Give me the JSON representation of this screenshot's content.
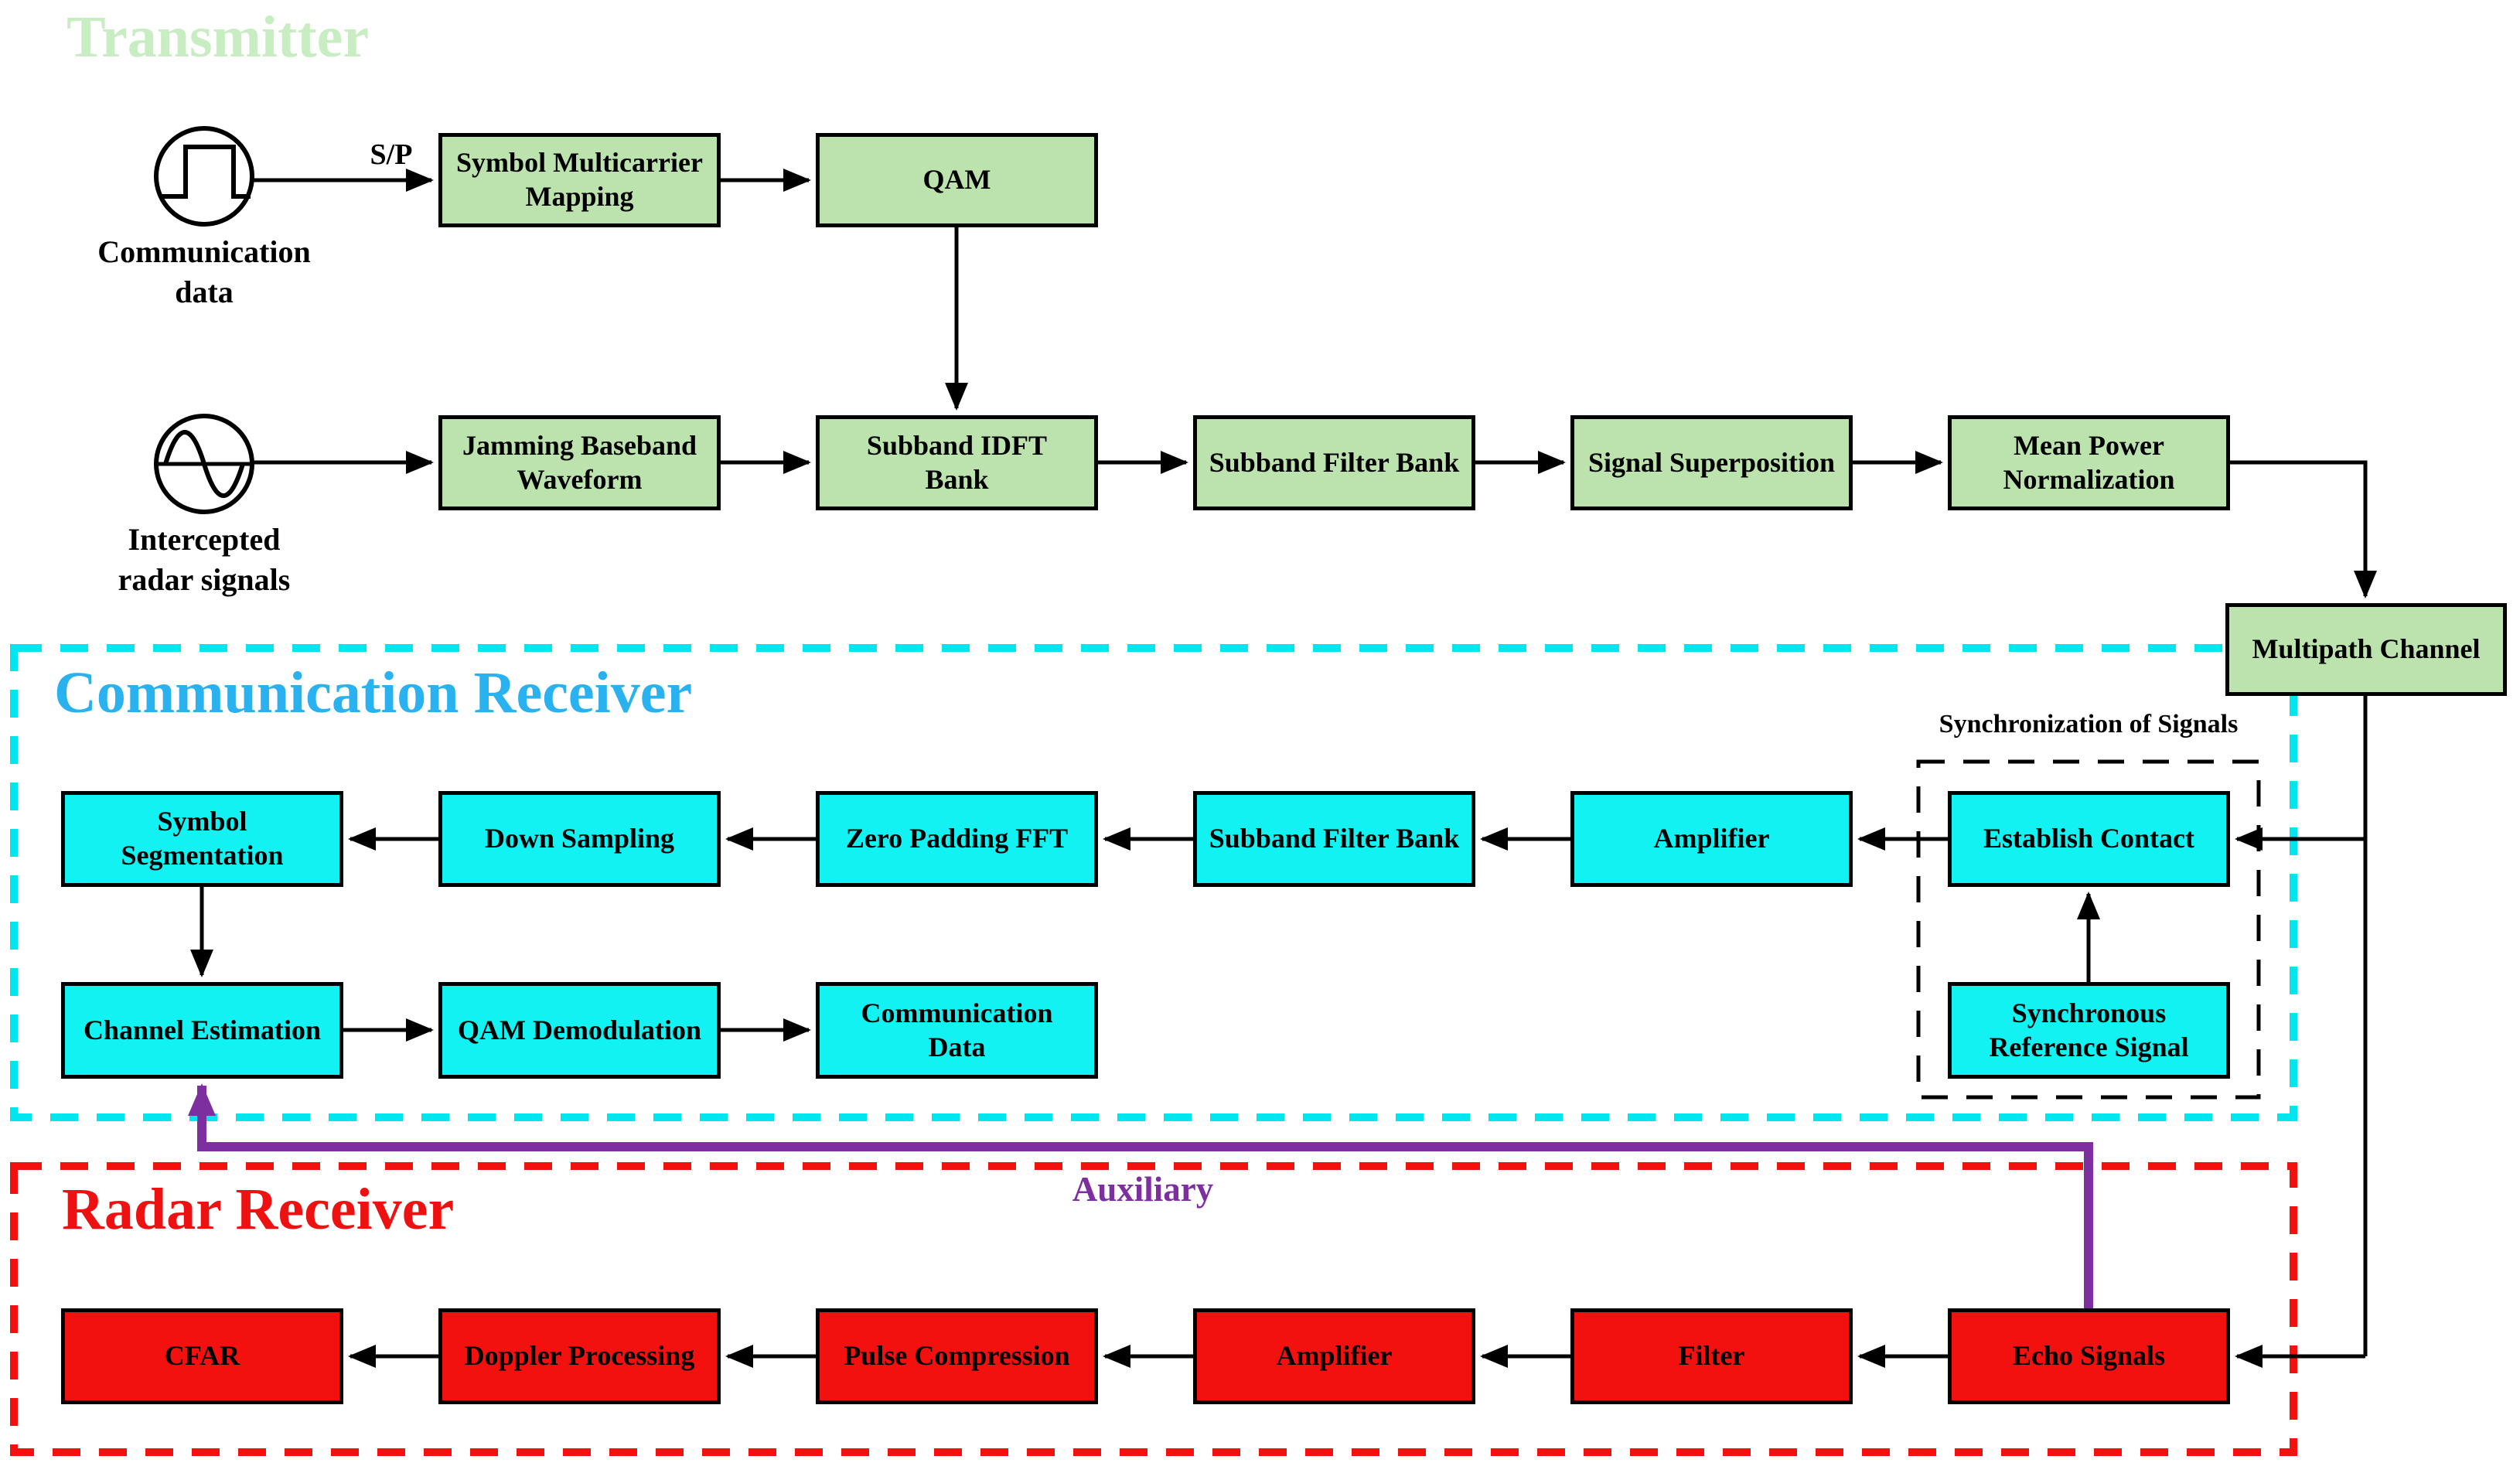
{
  "titles": {
    "transmitter": "Transmitter",
    "communication_receiver": "Communication Receiver",
    "radar_receiver": "Radar Receiver"
  },
  "annotations": {
    "sp": "S/P",
    "auxiliary": "Auxiliary",
    "synchronization_of_signals": "Synchronization of Signals"
  },
  "sources": {
    "communication_data": "Communication\ndata",
    "intercepted_radar_signals": "Intercepted\nradar signals"
  },
  "blocks": {
    "transmitter": {
      "symbol_multicarrier_mapping": "Symbol Multicarrier\nMapping",
      "qam": "QAM",
      "jamming_baseband_waveform": "Jamming Baseband\nWaveform",
      "subband_idft_bank": "Subband IDFT\nBank",
      "subband_filter_bank": "Subband Filter Bank",
      "signal_superposition": "Signal Superposition",
      "mean_power_normalization": "Mean Power\nNormalization",
      "multipath_channel": "Multipath Channel"
    },
    "communication_receiver": {
      "symbol_segmentation": "Symbol\nSegmentation",
      "down_sampling": "Down Sampling",
      "zero_padding_fft": "Zero Padding FFT",
      "subband_filter_bank": "Subband Filter Bank",
      "amplifier": "Amplifier",
      "establish_contact": "Establish Contact",
      "synchronous_reference_signal": "Synchronous\nReference Signal",
      "channel_estimation": "Channel Estimation",
      "qam_demodulation": "QAM Demodulation",
      "communication_data": "Communication\nData"
    },
    "radar_receiver": {
      "cfar": "CFAR",
      "doppler_processing": "Doppler Processing",
      "pulse_compression": "Pulse Compression",
      "amplifier": "Amplifier",
      "filter": "Filter",
      "echo_signals": "Echo Signals"
    }
  },
  "icons": {
    "communication_data_icon": "square-pulse-icon",
    "intercepted_radar_icon": "sine-wave-icon"
  },
  "colors": {
    "transmitter_block_fill": "#bce3ae",
    "transmitter_title": "#c9edc2",
    "comm_block_fill": "#12f2f2",
    "comm_border_dash": "#00e5ee",
    "comm_title": "#29b2ef",
    "radar_block_fill": "#f2110e",
    "radar_border_dash": "#f2110e",
    "radar_title": "#ed1111",
    "sync_border_dash": "#000000",
    "auxiliary_purple": "#7d2fa0",
    "connector_black": "#000000"
  }
}
